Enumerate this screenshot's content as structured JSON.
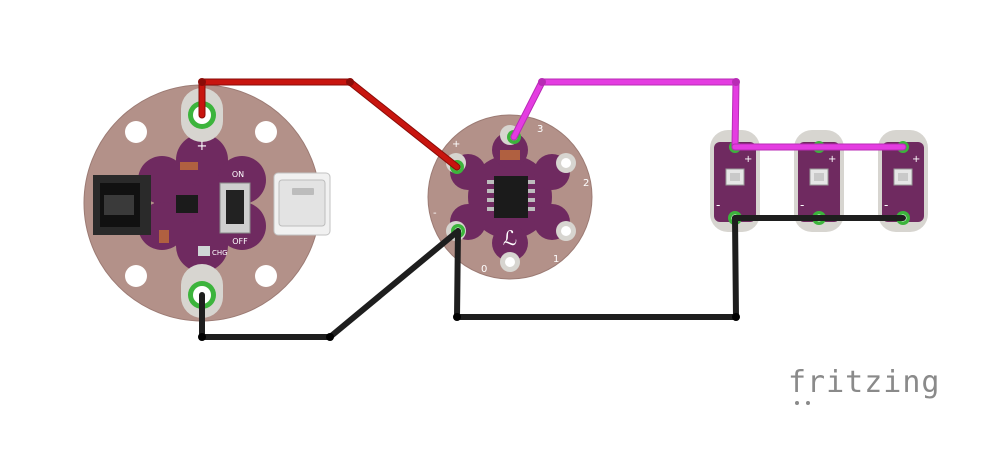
{
  "power_board": {
    "plus": "+",
    "minus": "-",
    "on": "ON",
    "off": "OFF",
    "chg": "CHG"
  },
  "controller_board": {
    "plus": "+",
    "minus": "-",
    "pin_3": "3",
    "pin_2": "2",
    "pin_1": "1",
    "pin_0": "0",
    "logo": "ℒ"
  },
  "led_boards": [
    {
      "plus": "+",
      "minus": "-"
    },
    {
      "plus": "+",
      "minus": "-"
    },
    {
      "plus": "+",
      "minus": "-"
    }
  ],
  "brand": "fritzing",
  "colors": {
    "wire_power": "#c8150f",
    "wire_ground": "#1e1e1e",
    "wire_signal": "#e43ce1",
    "pcb_purple": "#6f2a60",
    "board_tan": "#b39189",
    "pad_green": "#3cb43c"
  }
}
